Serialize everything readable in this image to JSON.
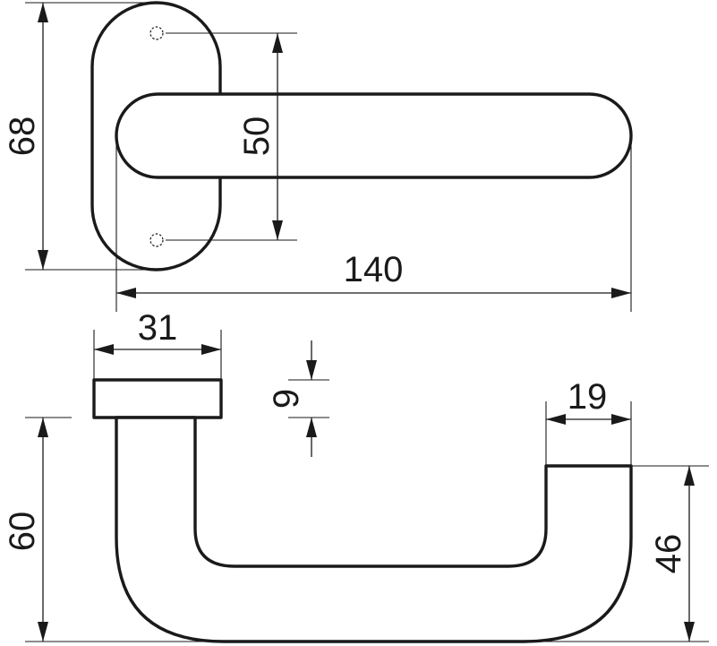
{
  "dimensions": {
    "rose_height": "68",
    "screw_spacing": "50",
    "lever_length": "140",
    "rose_diameter": "31",
    "rose_thickness": "9",
    "grip_diameter": "19",
    "lever_drop": "60",
    "lever_return": "46"
  },
  "colors": {
    "line": "#1a1a1a",
    "background": "#ffffff"
  }
}
